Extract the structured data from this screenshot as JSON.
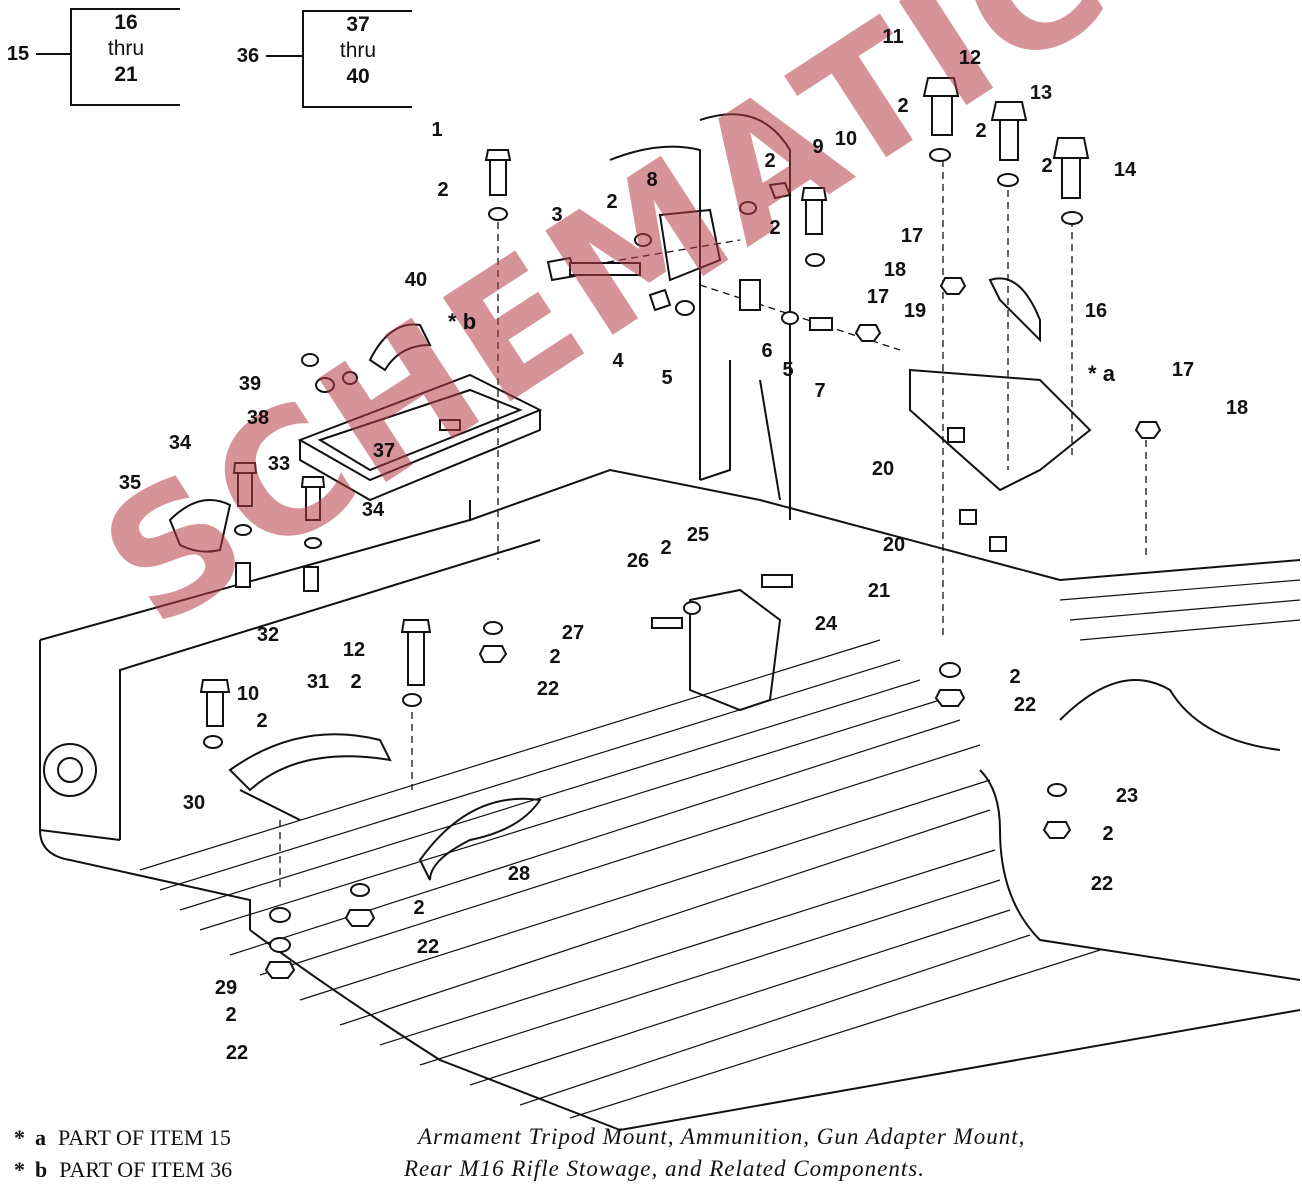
{
  "callout_boxes": [
    {
      "ref": "15",
      "from": "16",
      "word": "thru",
      "to": "21"
    },
    {
      "ref": "36",
      "from": "37",
      "word": "thru",
      "to": "40"
    }
  ],
  "callouts": [
    "1",
    "2",
    "2",
    "2",
    "2",
    "2",
    "2",
    "2",
    "2",
    "2",
    "2",
    "2",
    "2",
    "2",
    "2",
    "2",
    "2",
    "2",
    "3",
    "4",
    "5",
    "5",
    "6",
    "7",
    "8",
    "9",
    "10",
    "10",
    "11",
    "12",
    "12",
    "13",
    "14",
    "16",
    "17",
    "17",
    "17",
    "18",
    "18",
    "19",
    "20",
    "20",
    "21",
    "22",
    "22",
    "22",
    "22",
    "22",
    "23",
    "24",
    "25",
    "26",
    "27",
    "28",
    "29",
    "30",
    "31",
    "32",
    "33",
    "34",
    "34",
    "35",
    "37",
    "38",
    "39",
    "40"
  ],
  "group_marks": [
    {
      "star": "*",
      "letter": "a"
    },
    {
      "star": "*",
      "letter": "b"
    }
  ],
  "legend": [
    {
      "star": "*",
      "key": "a",
      "text": "PART OF ITEM 15"
    },
    {
      "star": "*",
      "key": "b",
      "text": "PART OF ITEM 36"
    }
  ],
  "caption": {
    "line1": "Armament Tripod Mount, Ammunition, Gun Adapter Mount,",
    "line2": "Rear M16 Rifle Stowage, and Related Components."
  },
  "watermark": {
    "text": "SCHEMATICS.COM",
    "color": "#b43c46"
  }
}
